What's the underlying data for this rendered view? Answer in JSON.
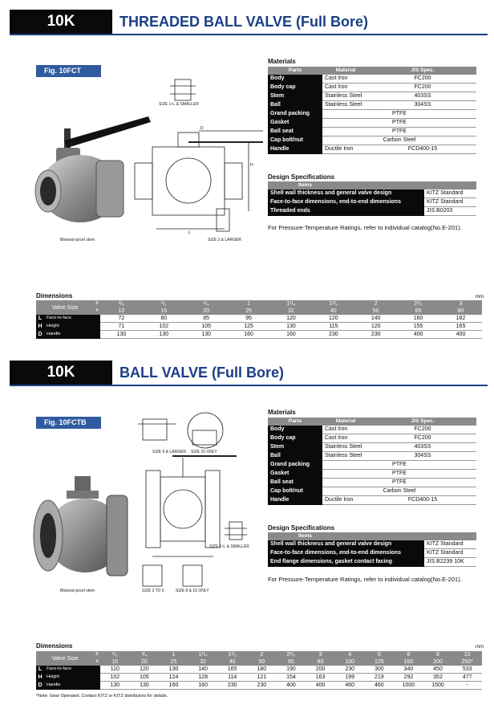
{
  "section1": {
    "badge": "10K",
    "title": "THREADED BALL VALVE (Full Bore)",
    "fig": "Fig. 10FCT",
    "caption_photo": "Blowout-proof stem",
    "caption_small": "SIZE 1¹/₄ & SMALLER",
    "caption_large": "SIZE 2 & LARGER",
    "materials_title": "Materials",
    "materials_headers": [
      "Parts",
      "Material",
      "JIS Spec."
    ],
    "materials": [
      {
        "part": "Body",
        "material": "Cast Iron",
        "spec": "FC200"
      },
      {
        "part": "Body cap",
        "material": "Cast Iron",
        "spec": "FC200"
      },
      {
        "part": "Stem",
        "material": "Stainless Steel",
        "spec": "403SS"
      },
      {
        "part": "Ball",
        "material": "Stainless Steel",
        "spec": "304SS"
      },
      {
        "part": "Grand packing",
        "material": "PTFE",
        "spec": ""
      },
      {
        "part": "Gasket",
        "material": "PTFE",
        "spec": ""
      },
      {
        "part": "Ball seat",
        "material": "PTFE",
        "spec": ""
      },
      {
        "part": "Cap bolt/nut",
        "material": "Carbon Steel",
        "spec": ""
      },
      {
        "part": "Handle",
        "material": "Ductile Iron",
        "spec": "FCD400-15"
      }
    ],
    "design_title": "Design Specifications",
    "design_header": "Items",
    "design": [
      {
        "item": "Shell wall thickness and general valve design",
        "value": "KITZ Standard"
      },
      {
        "item": "Face-to-face dimensions, end-to-end dimensions",
        "value": "KITZ Standard"
      },
      {
        "item": "Threaded ends",
        "value": "JIS B0203"
      }
    ],
    "note": "For Pressure-Temperature Ratings, refer to individual catalog(No.E-201).",
    "dims_title": "Dimensions",
    "mm": "mm",
    "valve_size": "Valve Size",
    "unit_b": "B",
    "unit_a": "A",
    "sizes_b": [
      "³/₈",
      "¹/₂",
      "³/₄",
      "1",
      "1¹/₄",
      "1¹/₂",
      "2",
      "2¹/₂",
      "3"
    ],
    "sizes_a": [
      "10",
      "15",
      "20",
      "25",
      "32",
      "40",
      "50",
      "65",
      "80"
    ],
    "rows": [
      {
        "letter": "L",
        "label": "Face-to-face",
        "values": [
          "72",
          "80",
          "85",
          "95",
          "120",
          "120",
          "140",
          "160",
          "182"
        ]
      },
      {
        "letter": "H",
        "label": "Height",
        "values": [
          "71",
          "102",
          "105",
          "125",
          "130",
          "115",
          "120",
          "155",
          "165"
        ]
      },
      {
        "letter": "D",
        "label": "Handle",
        "values": [
          "130",
          "130",
          "130",
          "160",
          "160",
          "230",
          "230",
          "400",
          "400"
        ]
      }
    ]
  },
  "section2": {
    "badge": "10K",
    "title": "BALL VALVE (Full Bore)",
    "fig": "Fig. 10FCTB",
    "caption_photo": "Blowout-proof stem",
    "caption_6": "SIZE 6 & LARGER",
    "caption_10only": "SIZE 10 ONLY",
    "caption_small": "SIZE 1¹/₄ & SMALLER",
    "caption_2to6": "SIZE 2 TO 6",
    "caption_8_10": "SIZE 8 & 10 ONLY",
    "materials_title": "Materials",
    "materials_headers": [
      "Parts",
      "Material",
      "JIS Spec."
    ],
    "materials": [
      {
        "part": "Body",
        "material": "Cast Iron",
        "spec": "FC200"
      },
      {
        "part": "Body cap",
        "material": "Cast Iron",
        "spec": "FC200"
      },
      {
        "part": "Stem",
        "material": "Stainless Steel",
        "spec": "403SS"
      },
      {
        "part": "Ball",
        "material": "Stainless Steel",
        "spec": "304SS"
      },
      {
        "part": "Grand packing",
        "material": "PTFE",
        "spec": ""
      },
      {
        "part": "Gasket",
        "material": "PTFE",
        "spec": ""
      },
      {
        "part": "Ball seat",
        "material": "PTFE",
        "spec": ""
      },
      {
        "part": "Cap bolt/nut",
        "material": "Carbon Steel",
        "spec": ""
      },
      {
        "part": "Handle",
        "material": "Ductile Iron",
        "spec": "FCD400-15"
      }
    ],
    "design_title": "Design Specifications",
    "design_header": "Items",
    "design": [
      {
        "item": "Shell wall thickness and general valve design",
        "value": "KITZ Standard"
      },
      {
        "item": "Face-to-face dimensions, end-to-end dimensions",
        "value": "KITZ Standard"
      },
      {
        "item": "End flange dimensions, gasket contact facing",
        "value": "JIS B2239 10K"
      }
    ],
    "note": "For Pressure-Temperature Ratings, refer to individual catalog(No.E-201).",
    "dims_title": "Dimensions",
    "mm": "mm",
    "valve_size": "Valve Size",
    "unit_b": "B",
    "unit_a": "A",
    "sizes_b": [
      "¹/₂",
      "³/₄",
      "1",
      "1¹/₄",
      "1¹/₂",
      "2",
      "2¹/₂",
      "3",
      "4",
      "5",
      "6",
      "8",
      "10"
    ],
    "sizes_a": [
      "15",
      "20",
      "25",
      "32",
      "40",
      "50",
      "65",
      "80",
      "100",
      "125",
      "150",
      "200",
      "250*"
    ],
    "rows": [
      {
        "letter": "L",
        "label": "Face-to-face",
        "values": [
          "110",
          "120",
          "130",
          "140",
          "165",
          "180",
          "190",
          "200",
          "230",
          "300",
          "340",
          "450",
          "533"
        ]
      },
      {
        "letter": "H",
        "label": "Height",
        "values": [
          "102",
          "105",
          "124",
          "128",
          "114",
          "121",
          "154",
          "163",
          "199",
          "219",
          "292",
          "352",
          "477"
        ]
      },
      {
        "letter": "D",
        "label": "Handle",
        "values": [
          "130",
          "130",
          "160",
          "160",
          "230",
          "230",
          "400",
          "400",
          "460",
          "460",
          "1000",
          "1500",
          "-"
        ]
      }
    ],
    "footnote": "*Note: Gear Operated.  Contact KITZ or KITZ distributors for details."
  }
}
